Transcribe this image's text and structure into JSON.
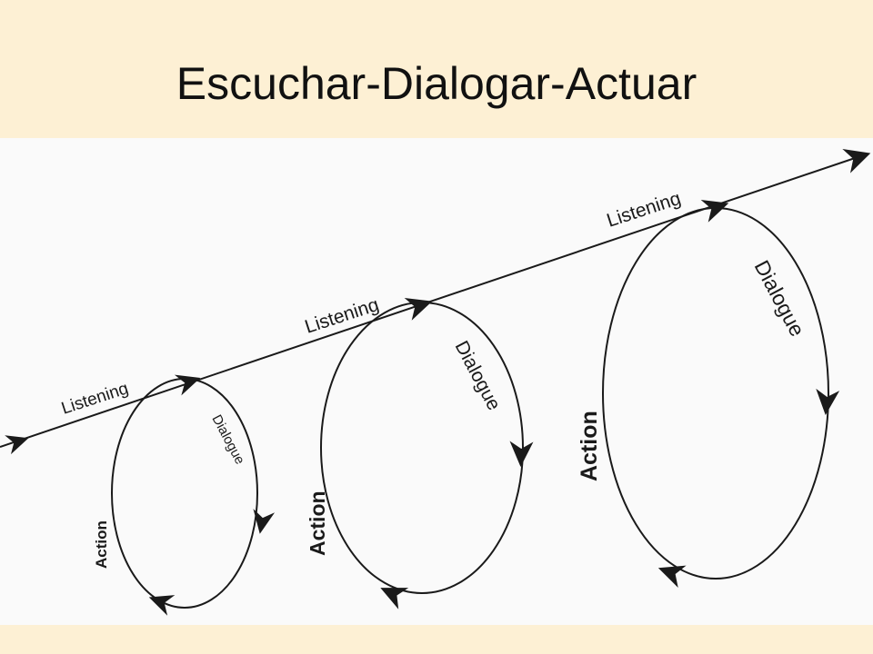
{
  "slide": {
    "title": "Escuchar-Dialogar-Actuar",
    "colors": {
      "header_band": "#fdf0d4",
      "footer_band": "#fdf0d4",
      "diagram_background": "#fafafa",
      "ink": "#1a1a1a"
    }
  },
  "diagram": {
    "listening_line": {
      "labels": [
        "Listening",
        "Listening",
        "Listening"
      ]
    },
    "cycles": [
      {
        "dialogue_label": "Dialogue",
        "action_label": "Action"
      },
      {
        "dialogue_label": "Dialogue",
        "action_label": "Action"
      },
      {
        "dialogue_label": "Dialogue",
        "action_label": "Action"
      }
    ],
    "icons": [
      "arrowhead-icon"
    ]
  }
}
